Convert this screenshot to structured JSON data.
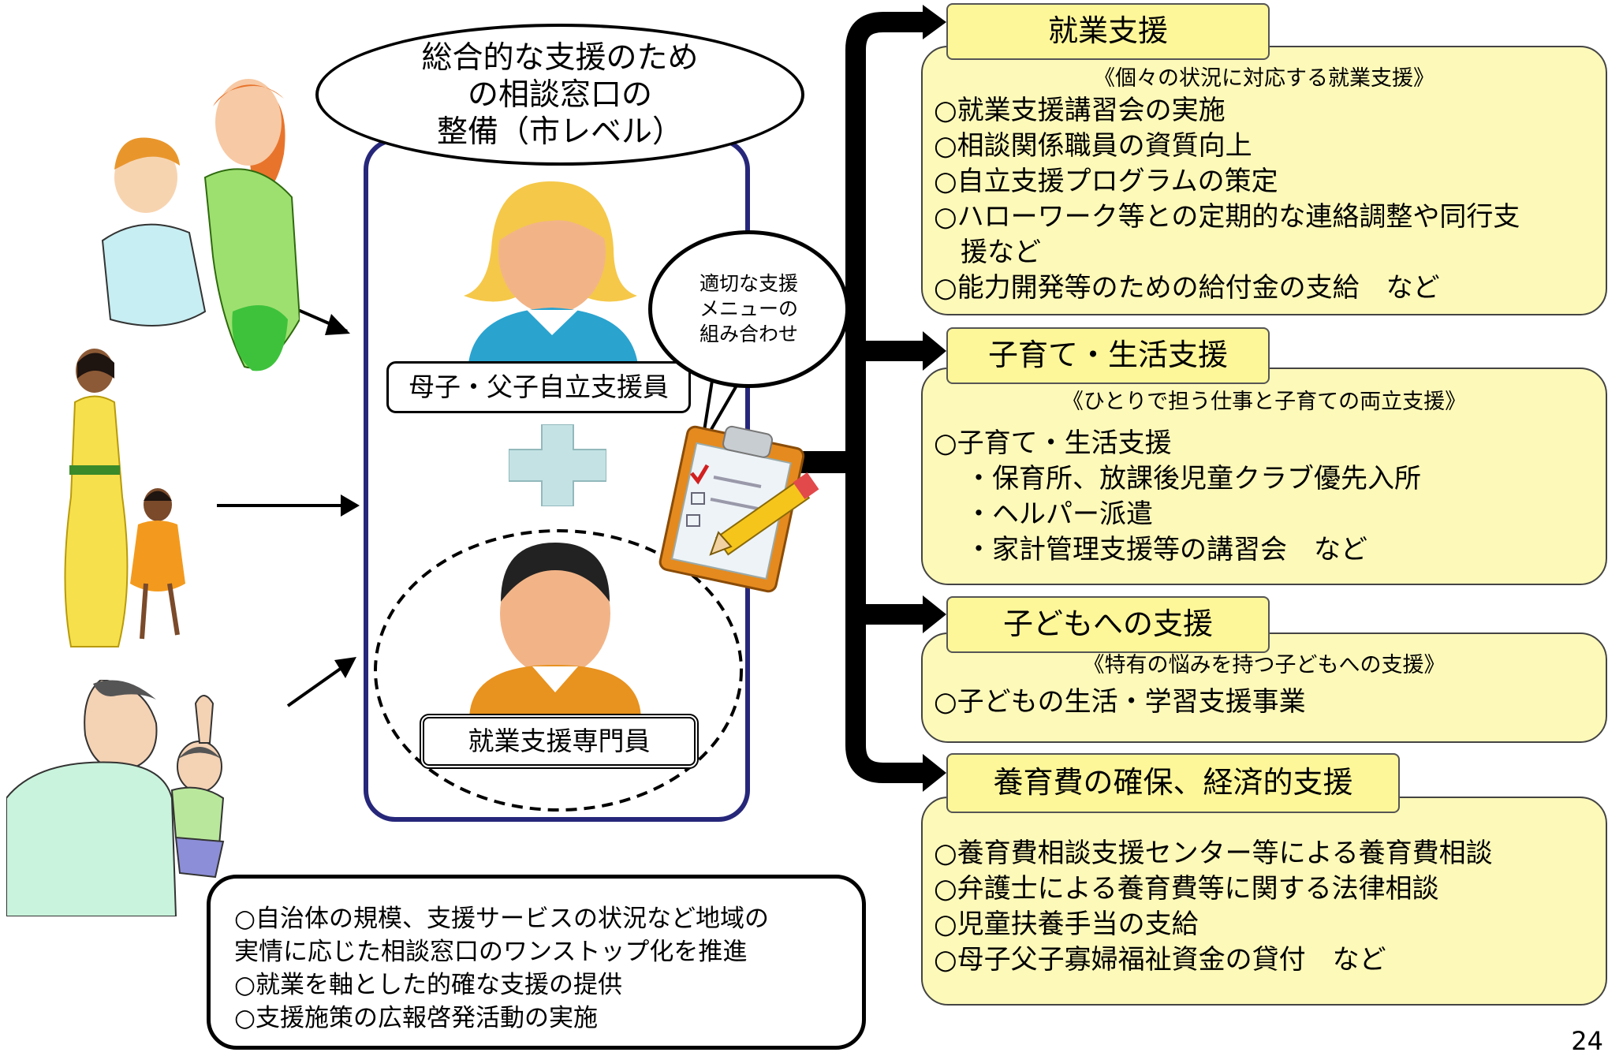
{
  "ellipse_text": "総合的な支援のため\nの相談窓口の\n整備（市レベル）",
  "staff1_label": "母子・父子自立支援員",
  "staff2_label": "就業支援専門員",
  "speech_text": "適切な支援\nメニューの\n組み合わせ",
  "sections": [
    {
      "tab": "就業支援",
      "subtitle": "《個々の状況に対応する就業支援》",
      "lines": [
        "○就業支援講習会の実施",
        "○相談関係職員の資質向上",
        "○自立支援プログラムの策定",
        "○ハローワーク等との定期的な連絡調整や同行支",
        "援など",
        "○能力開発等のための給付金の支給　など"
      ]
    },
    {
      "tab": "子育て・生活支援",
      "subtitle": "《ひとりで担う仕事と子育ての両立支援》",
      "lines": [
        "○子育て・生活支援",
        "・保育所、放課後児童クラブ優先入所",
        "・ヘルパー派遣",
        "・家計管理支援等の講習会　など"
      ]
    },
    {
      "tab": "子どもへの支援",
      "subtitle": "《特有の悩みを持つ子どもへの支援》",
      "lines": [
        "○子どもの生活・学習支援事業"
      ]
    },
    {
      "tab": "養育費の確保、経済的支援",
      "subtitle": "",
      "lines": [
        "○養育費相談支援センター等による養育費相談",
        "○弁護士による養育費等に関する法律相談",
        "○児童扶養手当の支給",
        "○母子父子寡婦福祉資金の貸付　など"
      ]
    }
  ],
  "bottom_lines": [
    "○自治体の規模、支援サービスの状況など地域の",
    "実情に応じた相談窓口のワンストップ化を推進",
    "○就業を軸とした的確な支援の提供",
    "○支援施策の広報啓発活動の実施"
  ],
  "page_number": "24",
  "colors": {
    "tab_fill": "#fdf799",
    "panel_fill": "#fdf9b9",
    "center_border": "#26277a",
    "plus_fill": "#c4e2e4",
    "staff1_shirt": "#2aa3cf",
    "staff1_hair": "#f5c84a",
    "staff2_shirt": "#e8921f",
    "staff2_hair": "#222222"
  },
  "icons": [
    "mother-son-illustration",
    "mother-daughter-illustration",
    "father-child-illustration",
    "female-staff-icon",
    "male-staff-icon",
    "plus-icon",
    "clipboard-pencil-icon"
  ]
}
